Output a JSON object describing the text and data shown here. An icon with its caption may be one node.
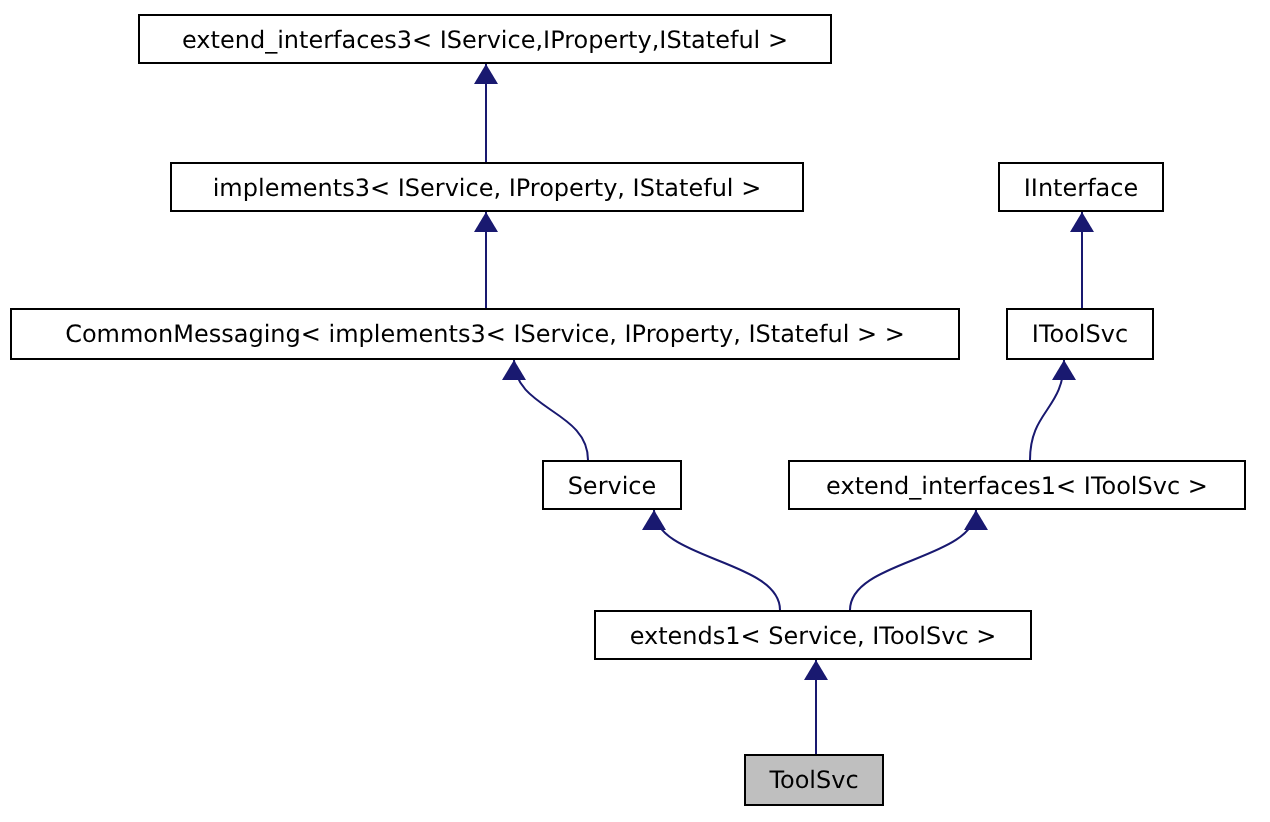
{
  "diagram": {
    "nodes": [
      {
        "text": [
          "extend_interfaces3< IService,IProperty,IStateful >"
        ]
      },
      {
        "text": [
          "implements3< IService, IProperty, IStateful >"
        ]
      },
      {
        "text": [
          "CommonMessaging< implements3< IService, IProperty, IStateful > >"
        ]
      },
      {
        "text": [
          "IInterface"
        ]
      },
      {
        "text": [
          "IToolSvc"
        ]
      },
      {
        "text": [
          "Service"
        ]
      },
      {
        "text": [
          "extend_interfaces1< IToolSvc >"
        ]
      },
      {
        "text": [
          "extends1< Service, IToolSvc >"
        ]
      },
      {
        "text": [
          "ToolSvc"
        ]
      }
    ],
    "edges": [
      {
        "from": 1,
        "to": 0,
        "arrow": "to"
      },
      {
        "from": 2,
        "to": 1,
        "arrow": "to"
      },
      {
        "from": 4,
        "to": 3,
        "arrow": "to"
      },
      {
        "from": 5,
        "to": 2,
        "arrow": "to"
      },
      {
        "from": 6,
        "to": 4,
        "arrow": "to"
      },
      {
        "from": 7,
        "to": 5,
        "arrow": "to"
      },
      {
        "from": 7,
        "to": 6,
        "arrow": "to"
      },
      {
        "from": 8,
        "to": 7,
        "arrow": "to"
      }
    ]
  }
}
